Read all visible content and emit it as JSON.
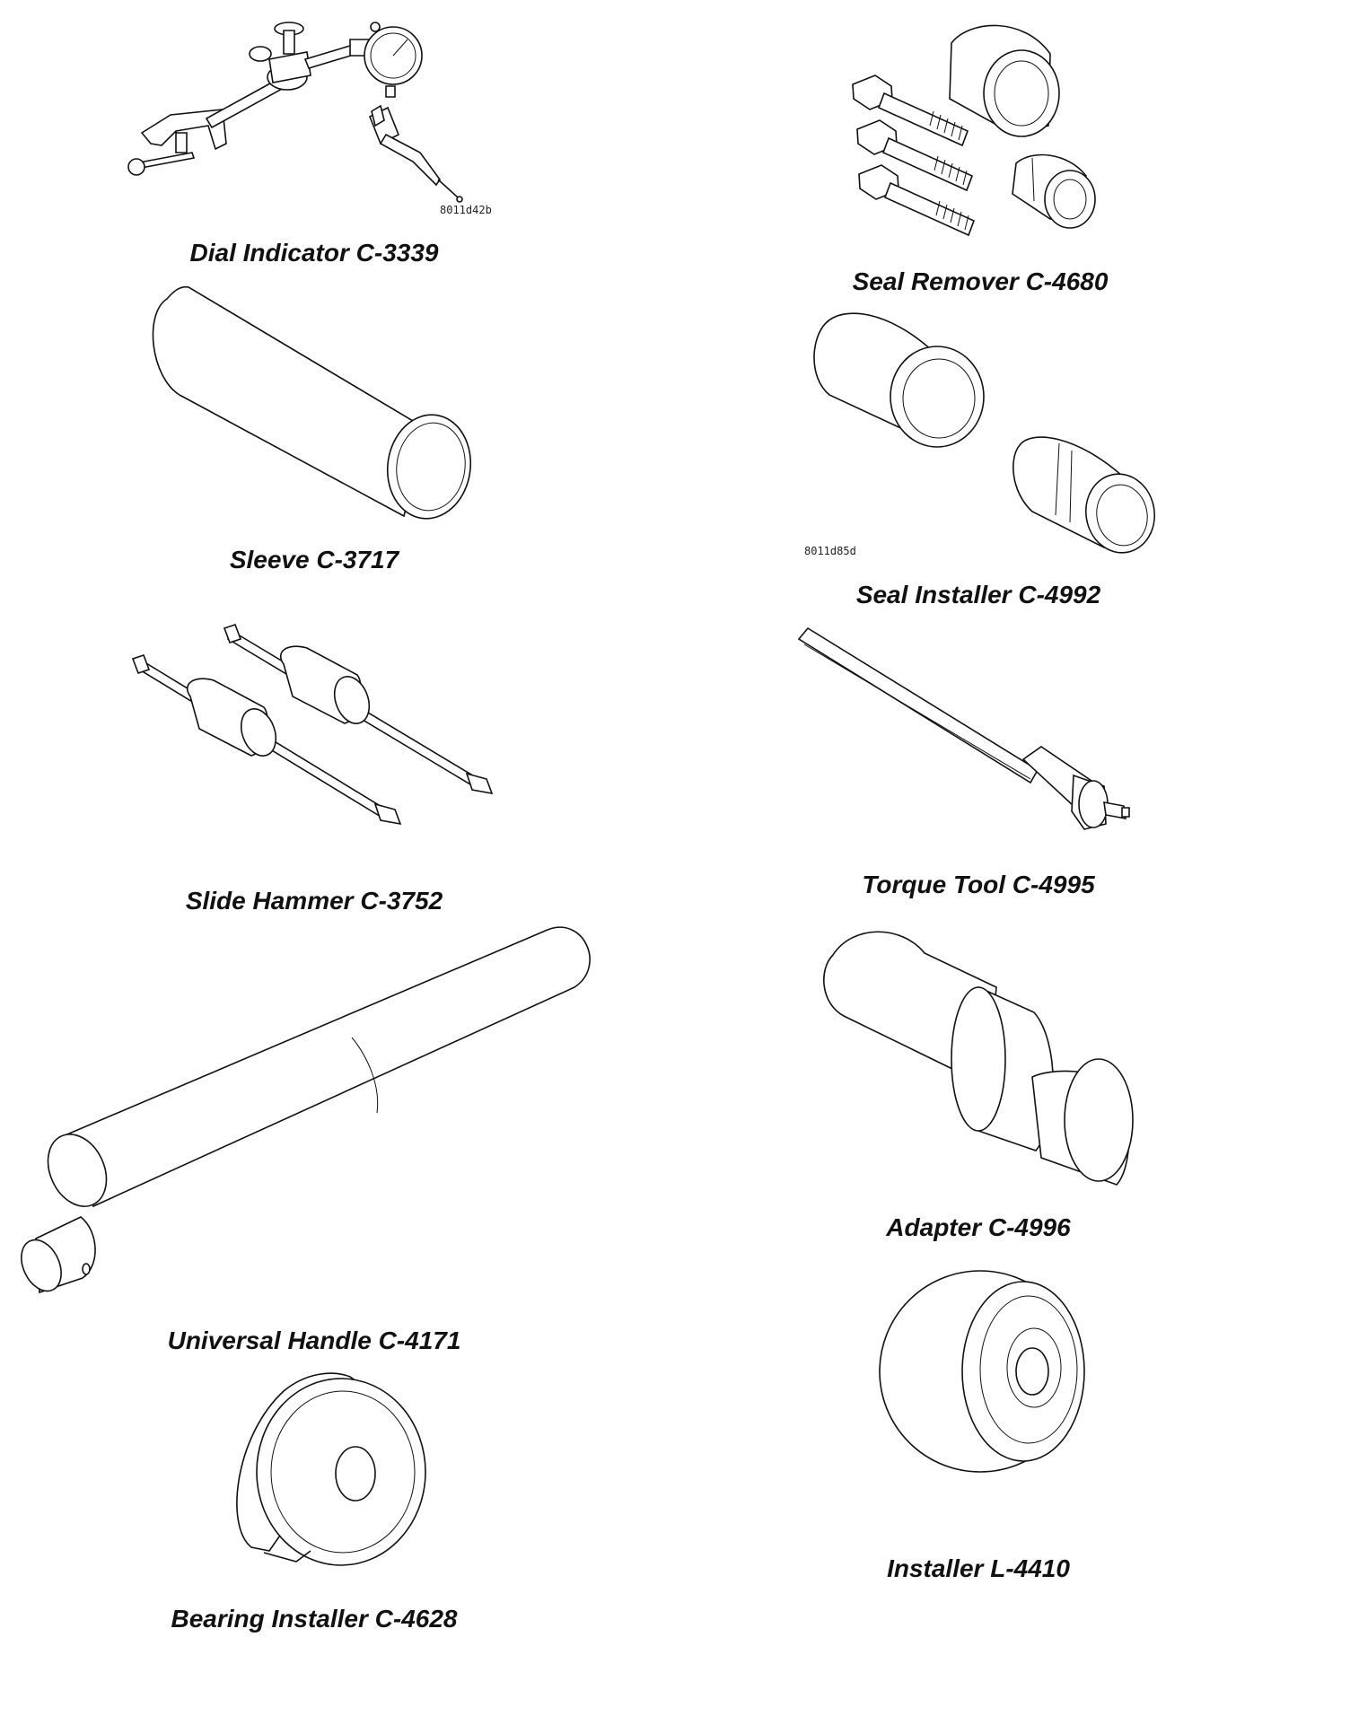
{
  "tools": [
    {
      "label": "Dial Indicator C-3339",
      "figure_code": "8011d42b"
    },
    {
      "label": "Seal Remover C-4680"
    },
    {
      "label": "Sleeve C-3717"
    },
    {
      "label": "Seal Installer C-4992",
      "figure_code": "8011d85d"
    },
    {
      "label": "Slide Hammer C-3752"
    },
    {
      "label": "Torque Tool C-4995"
    },
    {
      "label": "Universal Handle C-4171"
    },
    {
      "label": "Adapter C-4996"
    },
    {
      "label": "Bearing Installer C-4628"
    },
    {
      "label": "Installer L-4410"
    }
  ]
}
